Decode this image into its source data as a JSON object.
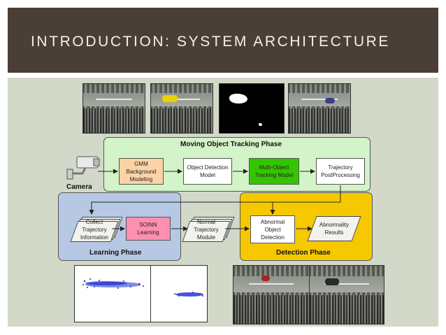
{
  "slide": {
    "title": "INTRODUCTION: SYSTEM ARCHITECTURE"
  },
  "diagram": {
    "camera_label": "Camera",
    "tracking_phase": {
      "label": "Moving Object Tracking Phase",
      "color": "#d3f3c8",
      "nodes": {
        "gmm": "GMM\nBackground\nModeling",
        "object_detection": "Object Detection\nModel",
        "multi_object": "Multi-Object\nTracking Model",
        "trajectory": "Trajectory\nPostProcessing"
      }
    },
    "learning_phase": {
      "label": "Learning Phase",
      "color": "#b7c8e4",
      "nodes": {
        "collect": "Collect\nTrajectory\nInformation",
        "soinn": "SOINN\nLearning"
      }
    },
    "normal_module": "Normal\nTrajectory\nModule",
    "detection_phase": {
      "label": "Detection Phase",
      "color": "#f6c800",
      "nodes": {
        "abnormal": "Abnormal\nObject\nDetection",
        "results": "Abnormality\nResults"
      }
    },
    "colors": {
      "header": "#4a3f36",
      "panel": "#d3d9c8",
      "gmm_fill": "#fbd3a6",
      "multi_object_fill": "#34c400",
      "soinn_fill": "#ff8fb0",
      "white_fill": "#ffffff"
    }
  }
}
